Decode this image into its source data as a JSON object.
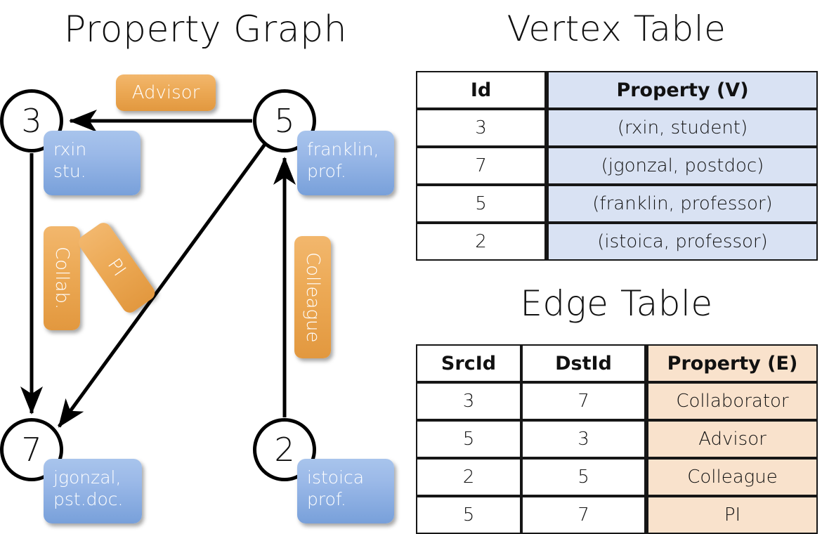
{
  "titles": {
    "property_graph": "Property Graph",
    "vertex_table": "Vertex Table",
    "edge_table": "Edge Table"
  },
  "colors": {
    "vertex_property_fill": "#d9e2f3",
    "edge_property_fill": "#f9e2cc",
    "node_box_blue": "#9bb9e8",
    "edge_label_orange": "#eca955",
    "stroke": "#000000"
  },
  "graph": {
    "nodes": [
      {
        "id": "3",
        "name": "node-3",
        "property_line1": "rxin",
        "property_line2": "stu."
      },
      {
        "id": "5",
        "name": "node-5",
        "property_line1": "franklin,",
        "property_line2": "prof."
      },
      {
        "id": "7",
        "name": "node-7",
        "property_line1": "jgonzal,",
        "property_line2": "pst.doc."
      },
      {
        "id": "2",
        "name": "node-2",
        "property_line1": "istoica",
        "property_line2": "prof."
      }
    ],
    "edge_labels": [
      {
        "name": "advisor",
        "text": "Advisor",
        "orientation": "horizontal"
      },
      {
        "name": "collab",
        "text": "Collab.",
        "orientation": "vertical"
      },
      {
        "name": "pi",
        "text": "PI",
        "orientation": "rotated"
      },
      {
        "name": "colleague",
        "text": "Colleague",
        "orientation": "vertical"
      }
    ],
    "edges": [
      {
        "from": "5",
        "to": "3",
        "label": "Advisor"
      },
      {
        "from": "3",
        "to": "7",
        "label": "Collab."
      },
      {
        "from": "5",
        "to": "7",
        "label": "PI"
      },
      {
        "from": "2",
        "to": "5",
        "label": "Colleague"
      }
    ]
  },
  "vertex_table": {
    "headers": [
      "Id",
      "Property (V)"
    ],
    "rows": [
      {
        "id": "3",
        "property": "(rxin, student)"
      },
      {
        "id": "7",
        "property": "(jgonzal, postdoc)"
      },
      {
        "id": "5",
        "property": "(franklin, professor)"
      },
      {
        "id": "2",
        "property": "(istoica, professor)"
      }
    ]
  },
  "edge_table": {
    "headers": [
      "SrcId",
      "DstId",
      "Property (E)"
    ],
    "rows": [
      {
        "src": "3",
        "dst": "7",
        "property": "Collaborator"
      },
      {
        "src": "5",
        "dst": "3",
        "property": "Advisor"
      },
      {
        "src": "2",
        "dst": "5",
        "property": "Colleague"
      },
      {
        "src": "5",
        "dst": "7",
        "property": "PI"
      }
    ]
  }
}
